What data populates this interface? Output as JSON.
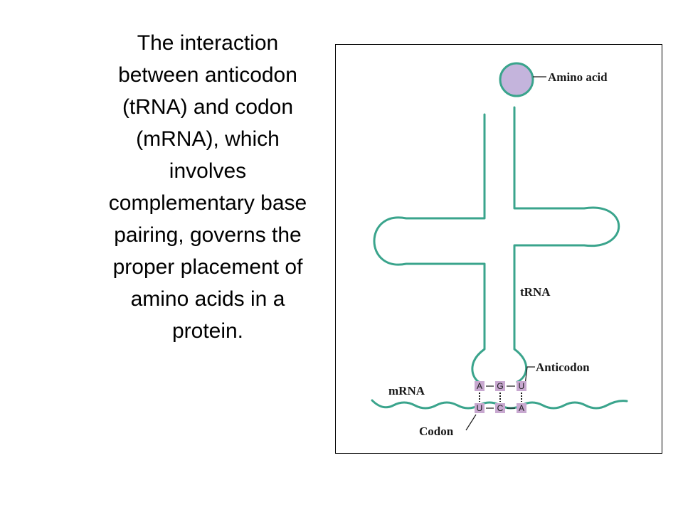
{
  "caption": {
    "lines": [
      "The interaction",
      "between anticodon",
      "(tRNA) and codon",
      "(mRNA), which",
      "involves",
      "complementary base",
      "pairing, governs the",
      "proper placement of",
      "amino acids in a",
      "protein."
    ]
  },
  "diagram": {
    "labels": {
      "amino_acid": "Amino acid",
      "trna": "tRNA",
      "anticodon": "Anticodon",
      "mrna": "mRNA",
      "codon": "Codon"
    },
    "anticodon_bases": [
      "A",
      "G",
      "U"
    ],
    "codon_bases": [
      "U",
      "C",
      "A"
    ],
    "colors": {
      "strand": "#3aa48c",
      "amino_acid_fill": "#c4b4dc",
      "base_fill": "#c8a8d0",
      "frame": "#000000"
    }
  }
}
